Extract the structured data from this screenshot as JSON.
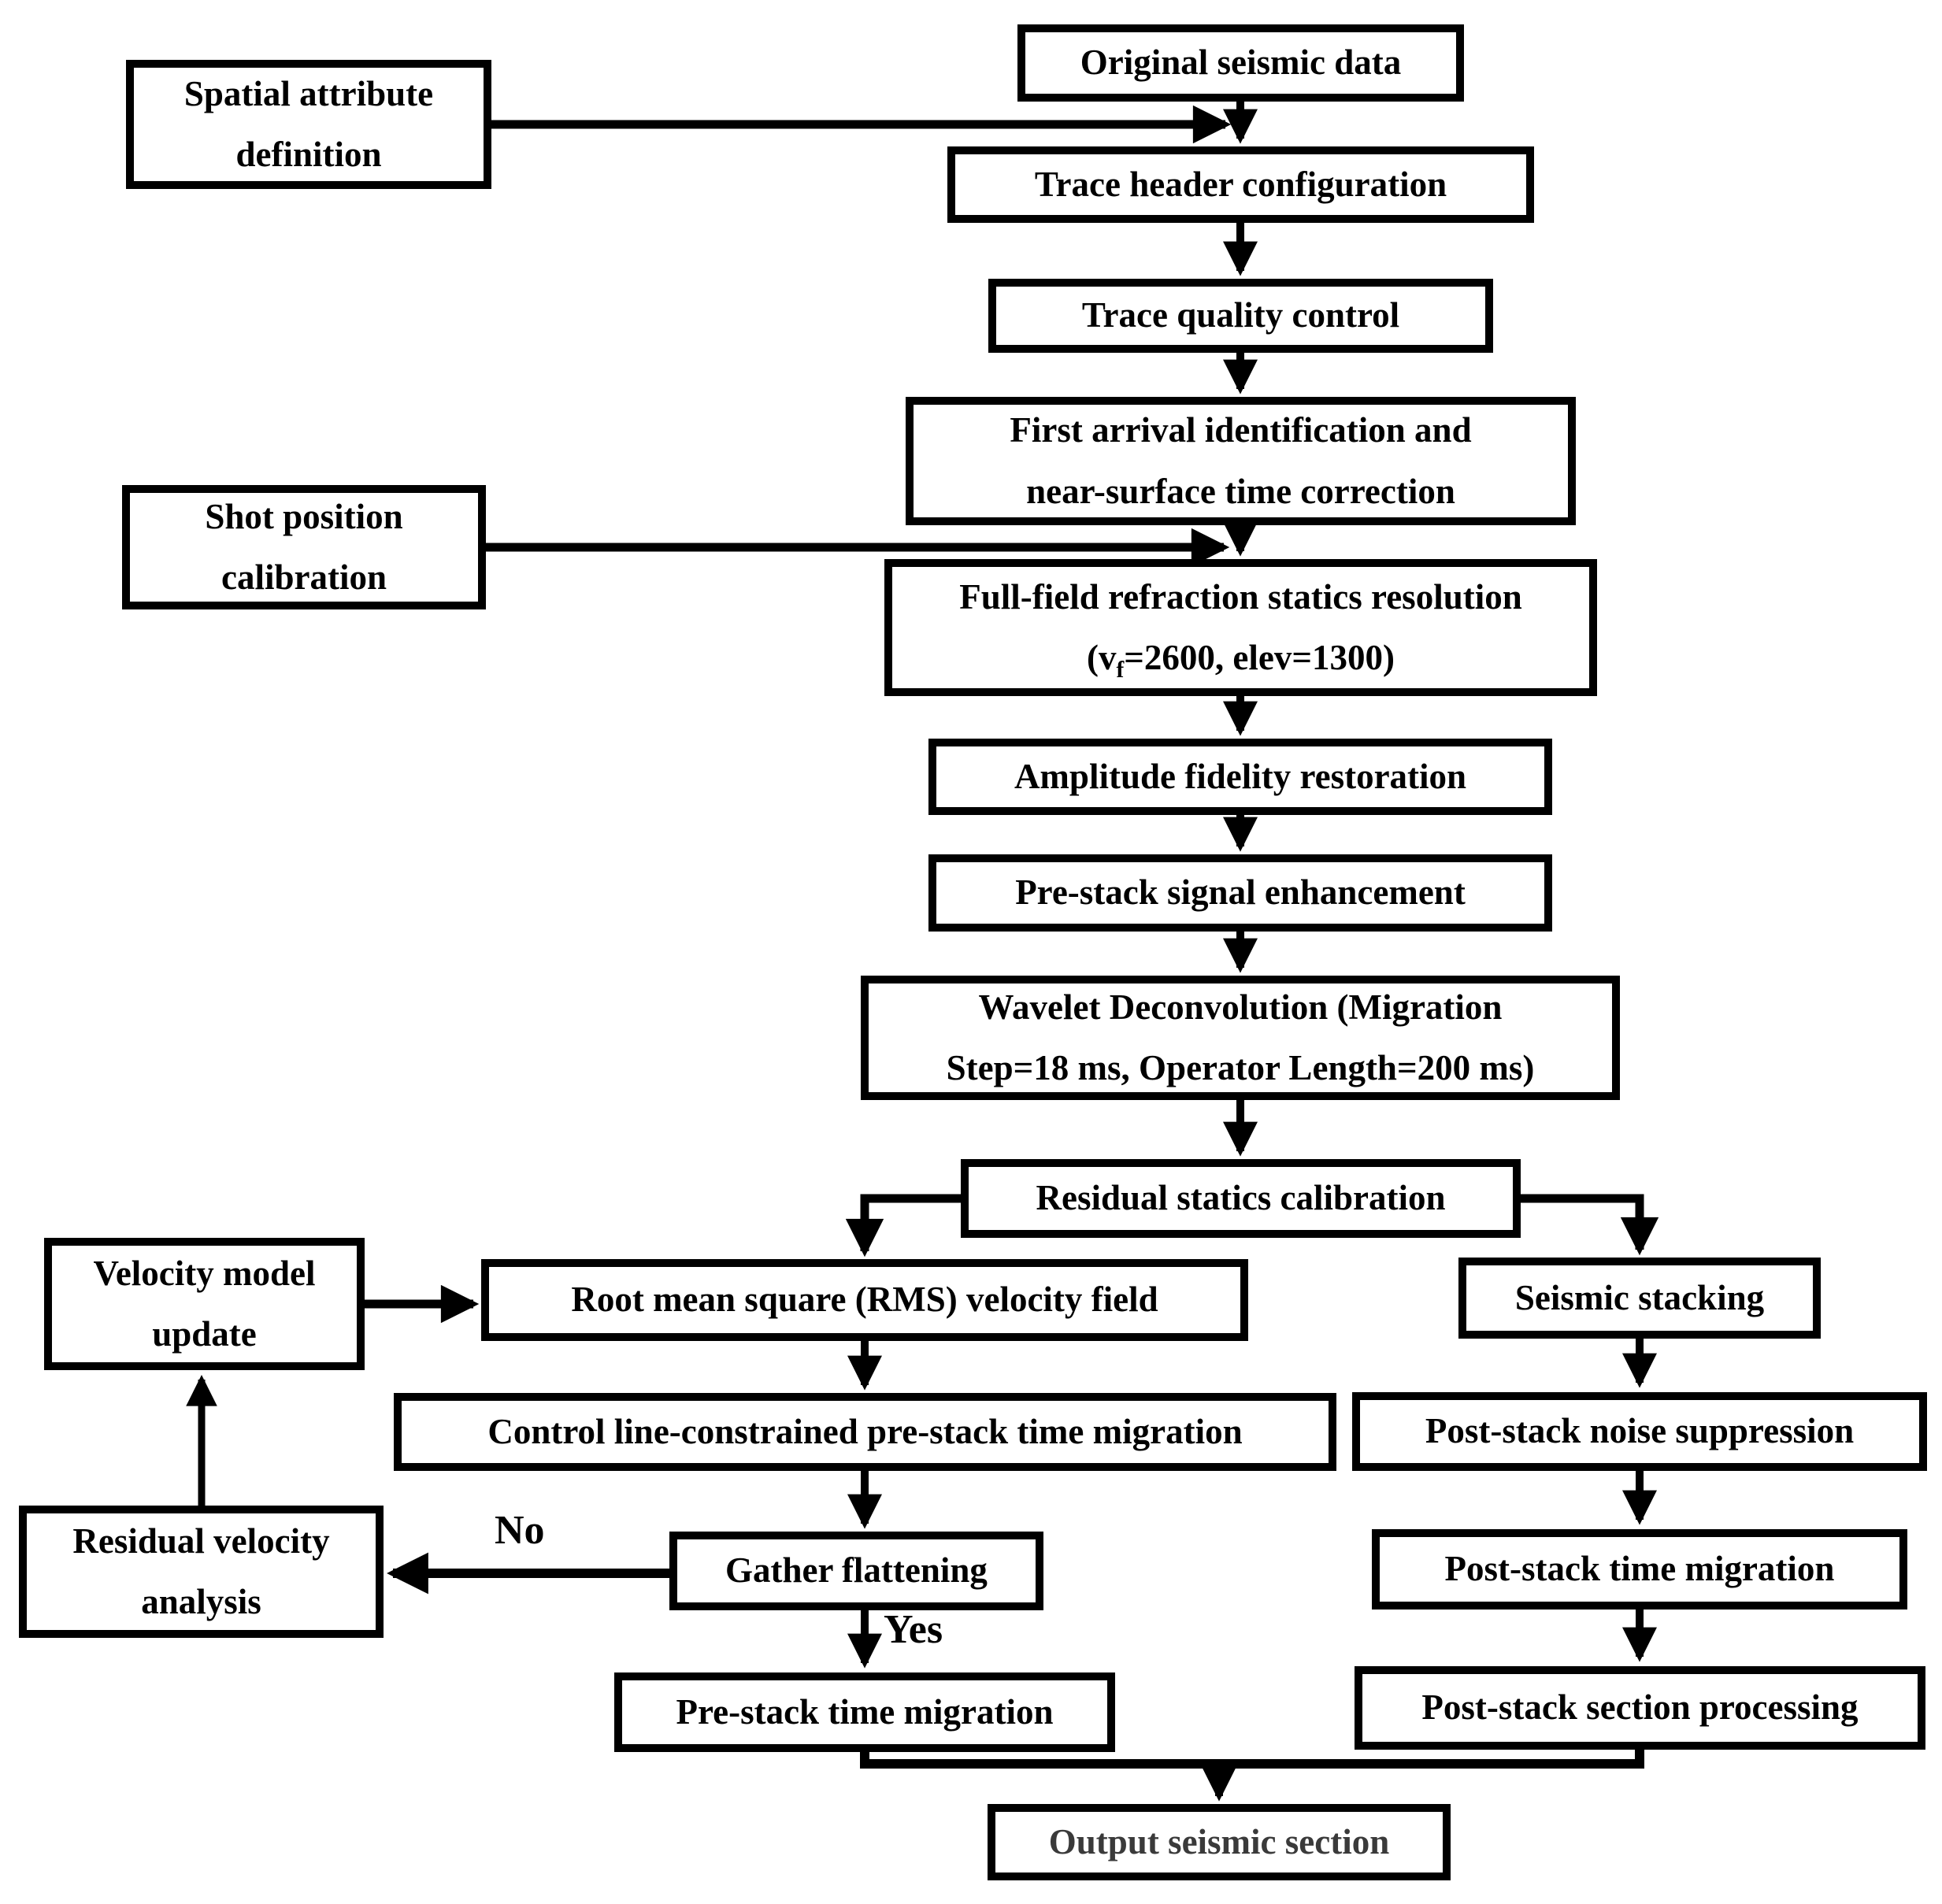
{
  "nodes": {
    "original_seismic_data": {
      "label": "Original seismic data"
    },
    "spatial_attribute_definition": {
      "label": "Spatial attribute\ndefinition"
    },
    "trace_header_configuration": {
      "label": "Trace header configuration"
    },
    "trace_quality_control": {
      "label": "Trace quality control"
    },
    "first_arrival": {
      "label": "First arrival identification and\nnear-surface time correction"
    },
    "shot_position_calibration": {
      "label": "Shot position\ncalibration"
    },
    "full_field_refraction": {
      "label": "Full-field refraction statics resolution\n(v_f=2600, elev=1300)"
    },
    "amplitude_fidelity_restoration": {
      "label": "Amplitude fidelity restoration"
    },
    "pre_stack_signal_enhancement": {
      "label": "Pre-stack signal enhancement"
    },
    "wavelet_deconvolution": {
      "label": "Wavelet Deconvolution (Migration\nStep=18 ms, Operator Length=200 ms)"
    },
    "residual_statics_calibration": {
      "label": "Residual statics calibration"
    },
    "velocity_model_update": {
      "label": "Velocity model\nupdate"
    },
    "rms_velocity_field": {
      "label": "Root mean square (RMS) velocity field"
    },
    "seismic_stacking": {
      "label": "Seismic stacking"
    },
    "control_line_migration": {
      "label": "Control line-constrained pre-stack time migration"
    },
    "post_stack_noise_suppression": {
      "label": "Post-stack noise suppression"
    },
    "residual_velocity_analysis": {
      "label": "Residual velocity\nanalysis"
    },
    "gather_flattening": {
      "label": "Gather flattening"
    },
    "post_stack_time_migration": {
      "label": "Post-stack time migration"
    },
    "pre_stack_time_migration": {
      "label": "Pre-stack time migration"
    },
    "post_stack_section_processing": {
      "label": "Post-stack section processing"
    },
    "output_seismic_section": {
      "label": "Output seismic section"
    }
  },
  "edge_labels": {
    "no": "No",
    "yes": "Yes"
  },
  "colors": {
    "line": "#000000",
    "box_border": "#000000",
    "text": "#000000",
    "output_text": "#3a3a3a",
    "background": "#ffffff"
  }
}
